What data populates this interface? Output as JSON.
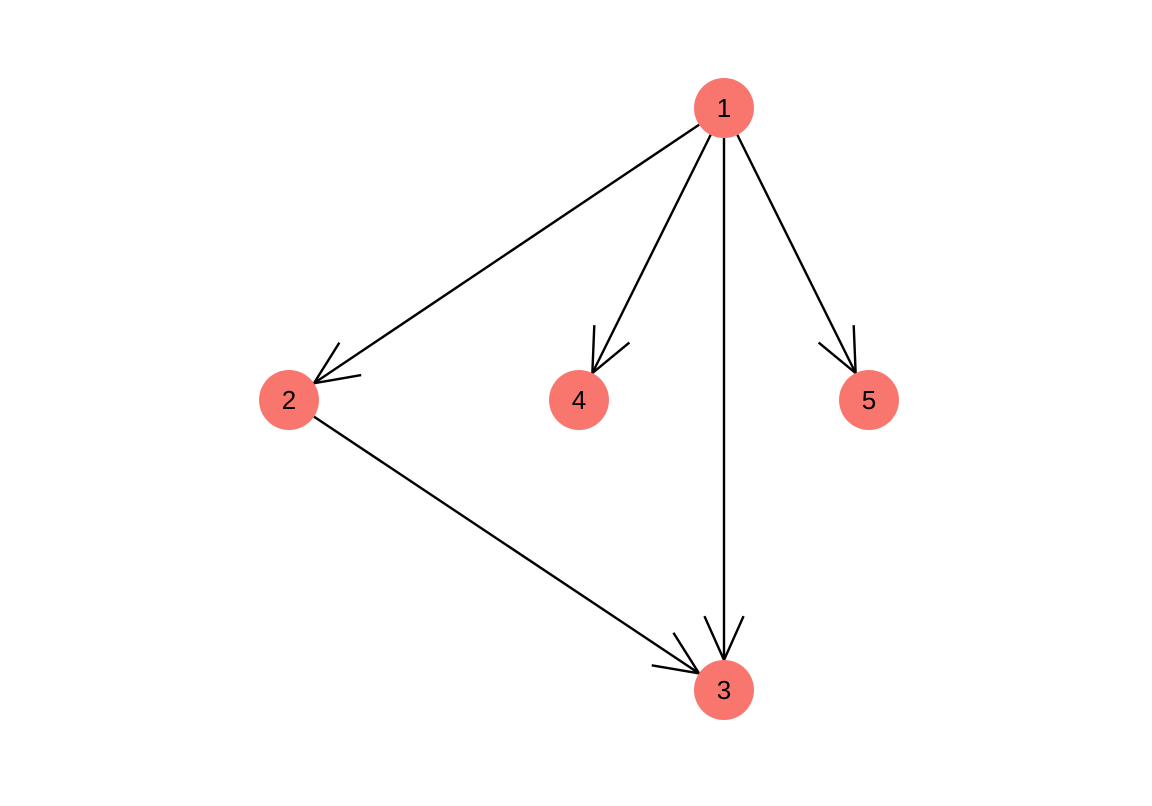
{
  "graph": {
    "directed": true,
    "node_color": "#F8766D",
    "edge_color": "#000000",
    "nodes": [
      {
        "id": "1",
        "label": "1"
      },
      {
        "id": "2",
        "label": "2"
      },
      {
        "id": "3",
        "label": "3"
      },
      {
        "id": "4",
        "label": "4"
      },
      {
        "id": "5",
        "label": "5"
      }
    ],
    "edges": [
      {
        "from": "1",
        "to": "2"
      },
      {
        "from": "1",
        "to": "4"
      },
      {
        "from": "1",
        "to": "3"
      },
      {
        "from": "1",
        "to": "5"
      },
      {
        "from": "2",
        "to": "3"
      }
    ]
  }
}
